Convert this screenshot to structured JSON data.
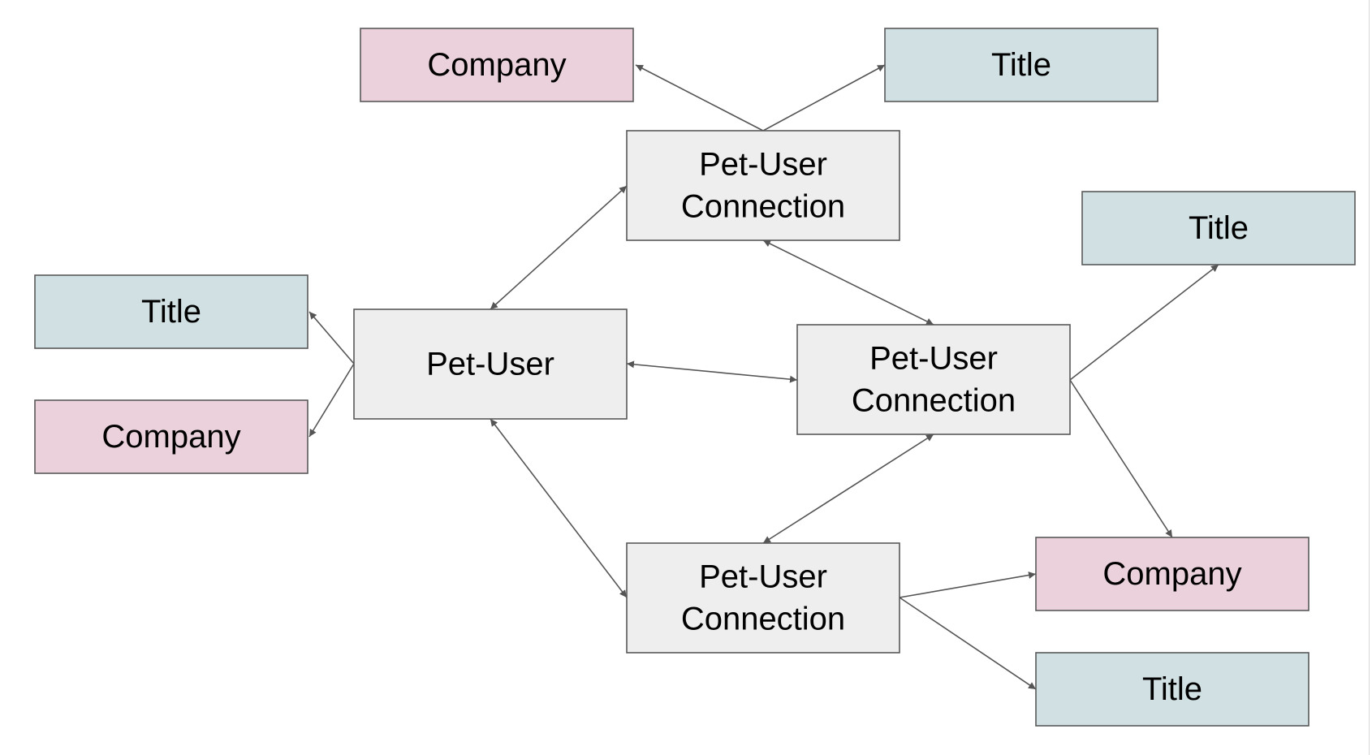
{
  "diagram": {
    "colors": {
      "pet_user": "#eeeeee",
      "connection": "#eeeeee",
      "title": "#d0e0e3",
      "company": "#ead1dc",
      "border": "#595959",
      "edge": "#555555"
    },
    "nodes": {
      "company_top": {
        "kind": "company",
        "lines": [
          "Company"
        ]
      },
      "title_top": {
        "kind": "title",
        "lines": [
          "Title"
        ]
      },
      "conn_top": {
        "kind": "connection",
        "lines": [
          "Pet-User",
          "Connection"
        ]
      },
      "title_right": {
        "kind": "title",
        "lines": [
          "Title"
        ]
      },
      "title_left": {
        "kind": "title",
        "lines": [
          "Title"
        ]
      },
      "pet_user": {
        "kind": "pet_user",
        "lines": [
          "Pet-User"
        ]
      },
      "conn_mid": {
        "kind": "connection",
        "lines": [
          "Pet-User",
          "Connection"
        ]
      },
      "company_left": {
        "kind": "company",
        "lines": [
          "Company"
        ]
      },
      "conn_bottom": {
        "kind": "connection",
        "lines": [
          "Pet-User",
          "Connection"
        ]
      },
      "company_bottom": {
        "kind": "company",
        "lines": [
          "Company"
        ]
      },
      "title_bottom": {
        "kind": "title",
        "lines": [
          "Title"
        ]
      }
    },
    "edges": [
      {
        "from": "conn_top",
        "to": "company_top",
        "direction": "forward"
      },
      {
        "from": "conn_top",
        "to": "title_top",
        "direction": "forward"
      },
      {
        "from": "pet_user",
        "to": "conn_top",
        "direction": "both"
      },
      {
        "from": "conn_top",
        "to": "conn_mid",
        "direction": "both"
      },
      {
        "from": "pet_user",
        "to": "title_left",
        "direction": "forward"
      },
      {
        "from": "pet_user",
        "to": "company_left",
        "direction": "forward"
      },
      {
        "from": "pet_user",
        "to": "conn_mid",
        "direction": "both"
      },
      {
        "from": "conn_mid",
        "to": "title_right",
        "direction": "forward"
      },
      {
        "from": "conn_mid",
        "to": "company_bottom",
        "direction": "forward"
      },
      {
        "from": "conn_mid",
        "to": "conn_bottom",
        "direction": "both"
      },
      {
        "from": "pet_user",
        "to": "conn_bottom",
        "direction": "both"
      },
      {
        "from": "conn_bottom",
        "to": "company_bottom",
        "direction": "forward"
      },
      {
        "from": "conn_bottom",
        "to": "title_bottom",
        "direction": "forward"
      }
    ]
  }
}
